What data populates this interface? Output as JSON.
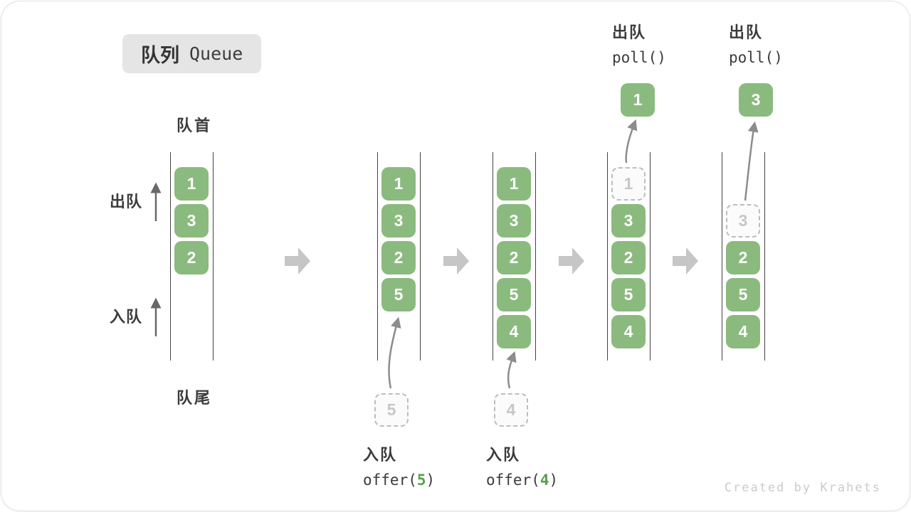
{
  "badge": {
    "zh": "队列",
    "en": "Queue"
  },
  "labels": {
    "front": "队首",
    "rear": "队尾",
    "dequeue": "出队",
    "enqueue": "入队"
  },
  "colors": {
    "cell_green": "#8bba7e",
    "arg_green": "#58a14c",
    "block_arrow_gray": "#c6c6c6",
    "dashed_border": "#bdbdbd",
    "text_dark": "#3b3b3b",
    "badge_bg": "#e5e5e5"
  },
  "operations": {
    "offer5": {
      "label": "入队",
      "prefix": "offer(",
      "arg": "5",
      "suffix": ")"
    },
    "offer4": {
      "label": "入队",
      "prefix": "offer(",
      "arg": "4",
      "suffix": ")"
    },
    "poll1": {
      "label": "出队",
      "code": "poll()"
    },
    "poll2": {
      "label": "出队",
      "code": "poll()"
    }
  },
  "states": [
    {
      "cells": [
        {
          "v": "1"
        },
        {
          "v": "3"
        },
        {
          "v": "2"
        }
      ]
    },
    {
      "cells": [
        {
          "v": "1"
        },
        {
          "v": "3"
        },
        {
          "v": "2"
        },
        {
          "v": "5"
        }
      ],
      "incoming": "5"
    },
    {
      "cells": [
        {
          "v": "1"
        },
        {
          "v": "3"
        },
        {
          "v": "2"
        },
        {
          "v": "5"
        },
        {
          "v": "4"
        }
      ],
      "incoming": "4"
    },
    {
      "cells": [
        {
          "v": "1",
          "removed": true
        },
        {
          "v": "3"
        },
        {
          "v": "2"
        },
        {
          "v": "5"
        },
        {
          "v": "4"
        }
      ],
      "popped": "1"
    },
    {
      "cells": [
        {
          "v": "3",
          "removed": true
        },
        {
          "v": "2"
        },
        {
          "v": "5"
        },
        {
          "v": "4"
        }
      ],
      "popped": "3"
    }
  ],
  "watermark": "Created by Krahets"
}
